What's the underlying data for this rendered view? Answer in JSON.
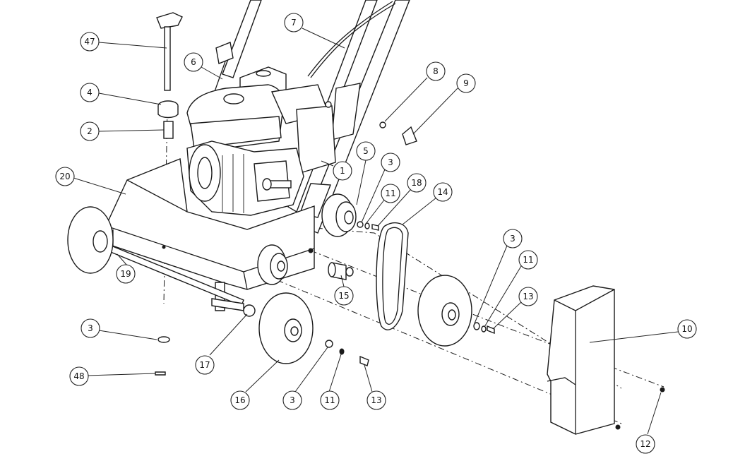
{
  "callouts": [
    {
      "id": "47",
      "label": "47"
    },
    {
      "id": "4",
      "label": "4"
    },
    {
      "id": "2",
      "label": "2"
    },
    {
      "id": "20",
      "label": "20"
    },
    {
      "id": "6",
      "label": "6"
    },
    {
      "id": "7",
      "label": "7"
    },
    {
      "id": "8",
      "label": "8"
    },
    {
      "id": "9",
      "label": "9"
    },
    {
      "id": "1",
      "label": "1"
    },
    {
      "id": "5",
      "label": "5"
    },
    {
      "id": "3a",
      "label": "3"
    },
    {
      "id": "11a",
      "label": "11"
    },
    {
      "id": "18",
      "label": "18"
    },
    {
      "id": "14",
      "label": "14"
    },
    {
      "id": "3b",
      "label": "3"
    },
    {
      "id": "11b",
      "label": "11"
    },
    {
      "id": "13a",
      "label": "13"
    },
    {
      "id": "10",
      "label": "10"
    },
    {
      "id": "19",
      "label": "19"
    },
    {
      "id": "15",
      "label": "15"
    },
    {
      "id": "3c",
      "label": "3"
    },
    {
      "id": "48",
      "label": "48"
    },
    {
      "id": "17",
      "label": "17"
    },
    {
      "id": "16",
      "label": "16"
    },
    {
      "id": "3d",
      "label": "3"
    },
    {
      "id": "11c",
      "label": "11"
    },
    {
      "id": "13b",
      "label": "13"
    },
    {
      "id": "12",
      "label": "12"
    }
  ]
}
